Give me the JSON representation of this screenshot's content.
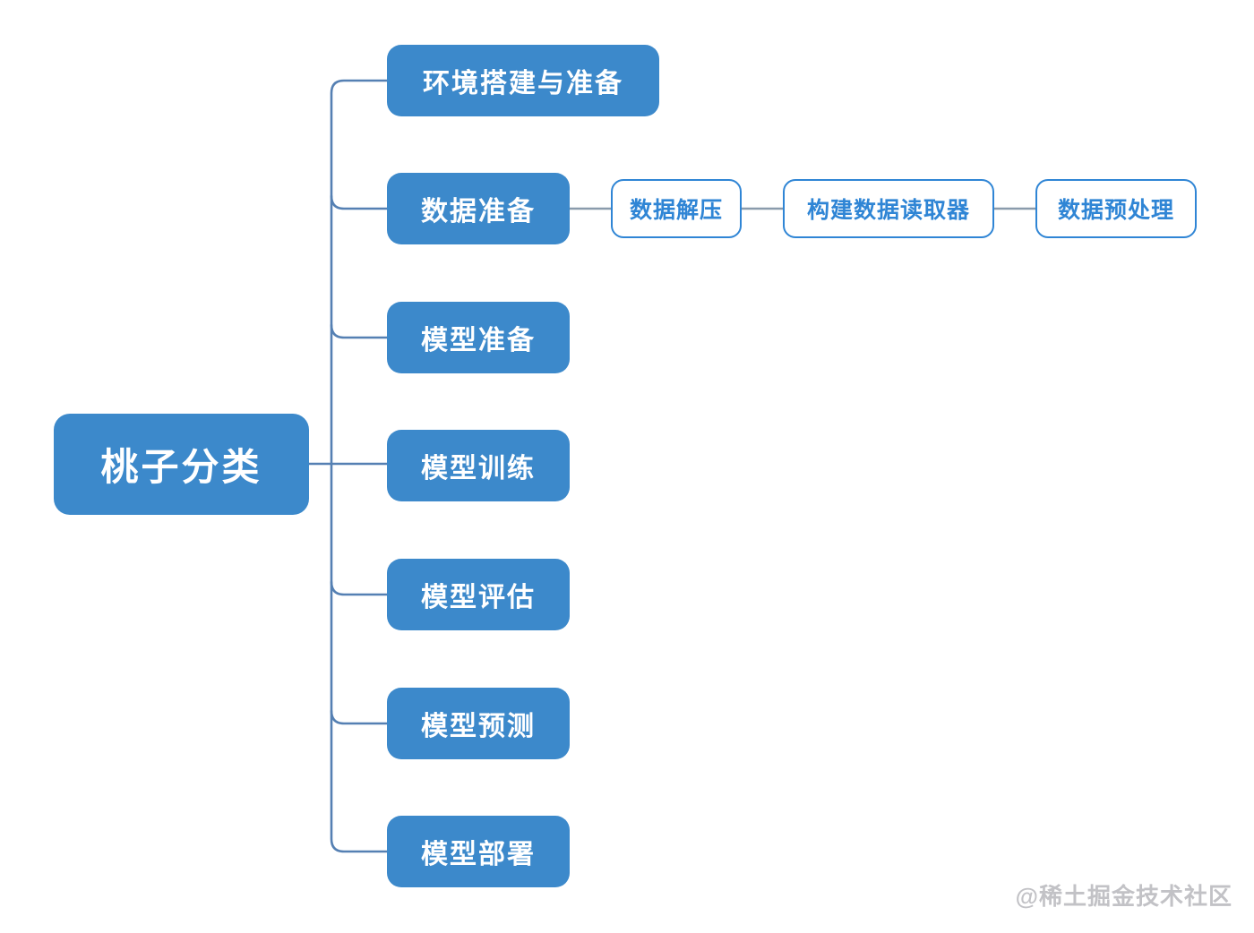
{
  "diagram": {
    "root": {
      "label": "桃子分类"
    },
    "branches": [
      {
        "label": "环境搭建与准备",
        "children": []
      },
      {
        "label": "数据准备",
        "children": [
          "数据解压",
          "构建数据读取器",
          "数据预处理"
        ]
      },
      {
        "label": "模型准备",
        "children": []
      },
      {
        "label": "模型训练",
        "children": []
      },
      {
        "label": "模型评估",
        "children": []
      },
      {
        "label": "模型预测",
        "children": []
      },
      {
        "label": "模型部署",
        "children": []
      }
    ],
    "watermark": "@稀土掘金技术社区",
    "colors": {
      "node_fill": "#3c89cb",
      "node_text": "#ffffff",
      "child_blue": "#2f85d5",
      "connector": "#5580b3",
      "child_connector": "#8a9bac",
      "watermark": "#c2c2c6",
      "background": "#ffffff"
    }
  }
}
